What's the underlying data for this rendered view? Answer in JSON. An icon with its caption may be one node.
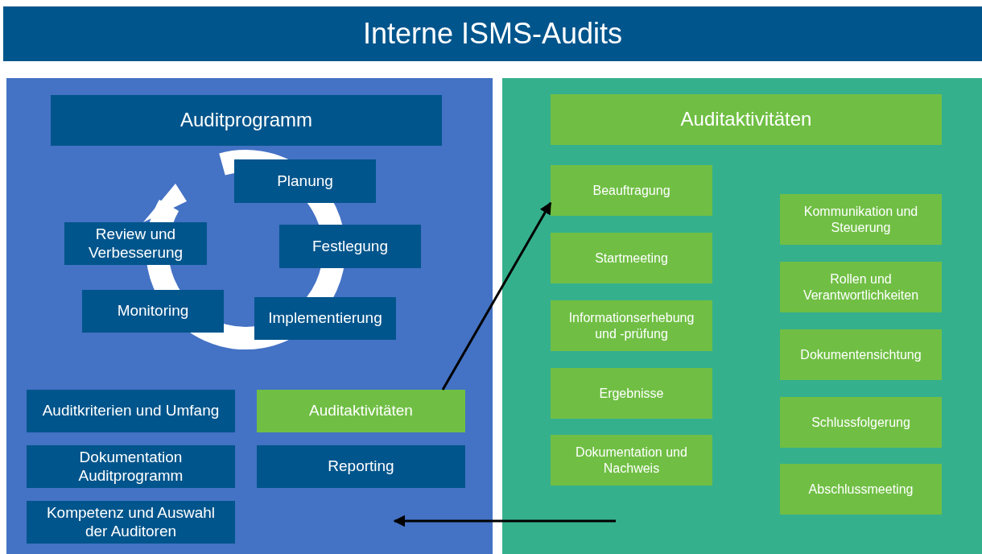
{
  "diagram": {
    "title": "Interne ISMS-Audits",
    "nodes": [
      {
        "text": [],
        "shape": "box"
      },
      {
        "text": [
          "Auditprogramm"
        ],
        "in": 0
      },
      {
        "text": [
          "Planung"
        ],
        "in": 0
      },
      {
        "text": [
          "Festlegung"
        ],
        "in": 0
      },
      {
        "text": [
          "Review und Verbesserung"
        ],
        "in": 0
      },
      {
        "text": [
          "Monitoring"
        ],
        "in": 0
      },
      {
        "text": [
          "Implementierung"
        ],
        "in": 0
      },
      {
        "text": [
          "Auditkriterien und Umfang"
        ],
        "in": 0
      },
      {
        "text": [
          "Auditaktivitäten"
        ],
        "in": 0
      },
      {
        "text": [
          "Dokumentation Auditprogramm"
        ],
        "in": 0
      },
      {
        "text": [
          "Reporting"
        ],
        "in": 0
      },
      {
        "text": [
          "Kompetenz und Auswahl der Auditoren"
        ],
        "in": 0
      },
      {
        "text": [],
        "shape": "box"
      },
      {
        "text": [
          "Auditaktivitäten"
        ],
        "in": 12
      },
      {
        "text": [
          "Beauftragung"
        ],
        "in": 12
      },
      {
        "text": [
          "Startmeeting"
        ],
        "in": 12
      },
      {
        "text": [
          "Informationserhebung und -prüfung"
        ],
        "in": 12
      },
      {
        "text": [
          "Ergebnisse"
        ],
        "in": 12
      },
      {
        "text": [
          "Dokumentation und Nachweis"
        ],
        "in": 12
      },
      {
        "text": [
          "Kommunikation und Steuerung"
        ],
        "in": 12
      },
      {
        "text": [
          "Rollen und Verantwortlichkeiten"
        ],
        "in": 12
      },
      {
        "text": [
          "Dokumentensichtung"
        ],
        "in": 12
      },
      {
        "text": [
          "Schlussfolgerung"
        ],
        "in": 12
      },
      {
        "text": [
          "Abschlussmeeting"
        ],
        "in": 12
      }
    ],
    "edges": [
      {
        "from": 8,
        "to": 14,
        "arrow": "to"
      },
      {
        "from": 12,
        "to": 0,
        "arrow": "to"
      }
    ]
  }
}
